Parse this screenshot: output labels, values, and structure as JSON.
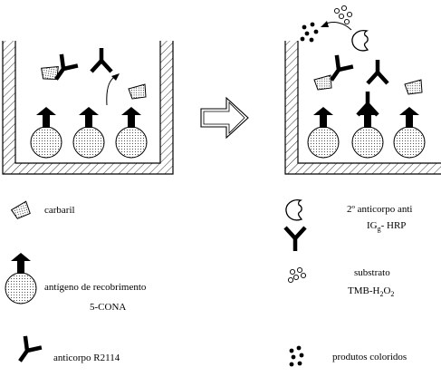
{
  "legend": {
    "carbaryl": "carbaril",
    "antigen_line1": "antígeno de recobrimento",
    "antigen_line2": "5-CONA",
    "antibody": "anticorpo R2114",
    "secondary_line1": "2º anticorpo anti",
    "secondary_line2_main": "IG",
    "secondary_line2_sub": "g",
    "secondary_line2_end": "- HRP",
    "substrate_line1": "substrato",
    "substrate_line2_main": "TMB-H",
    "substrate_line2_sub1": "2",
    "substrate_line2_mid": "O",
    "substrate_line2_sub2": "2",
    "products": "produtos coloridos"
  }
}
